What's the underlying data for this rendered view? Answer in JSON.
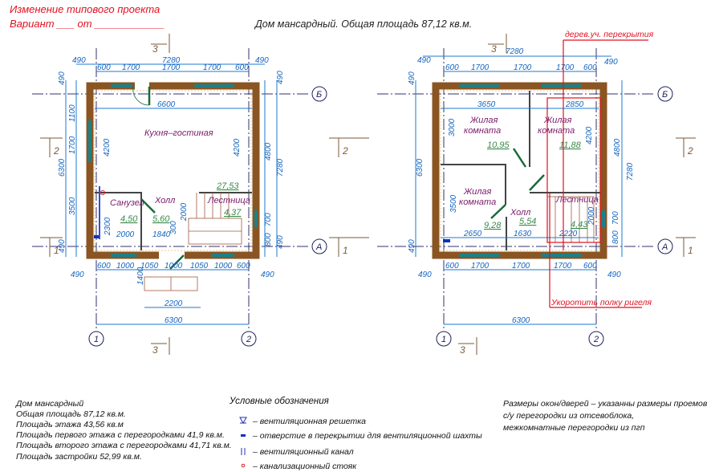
{
  "header": {
    "change_title": "Изменение типового проекта",
    "variant_line": "Вариант ___ от ____________",
    "main_title": "Дом мансардный. Общая площадь 87,12 кв.м."
  },
  "axes": {
    "b": "Б",
    "a": "А",
    "one": "1",
    "two": "2"
  },
  "sections": {
    "three": "3",
    "two": "2",
    "one": "1"
  },
  "plan1": {
    "rooms": [
      "Кухня–гостиная",
      "Санузел",
      "Холл",
      "Лестница"
    ],
    "areas": [
      "27,53",
      "4,50",
      "5,60",
      "4,37"
    ],
    "dims": [
      "490",
      "7280",
      "600",
      "1700",
      "1700",
      "1700",
      "600",
      "490",
      "490",
      "1100",
      "1700",
      "3500",
      "6300",
      "490",
      "4800",
      "7280",
      "700",
      "800",
      "490",
      "490",
      "6600",
      "4200",
      "4200",
      "2300",
      "2000",
      "1840",
      "300",
      "2000",
      "600",
      "1000",
      "1050",
      "1000",
      "1050",
      "1000",
      "600",
      "490",
      "490",
      "1400",
      "2200",
      "6300"
    ]
  },
  "plan2": {
    "rooms": [
      "Жилая",
      "комната",
      "Жилая",
      "комната",
      "Жилая",
      "комната",
      "Холл",
      "Лестница"
    ],
    "areas": [
      "10,95",
      "11,88",
      "9,28",
      "5,54",
      "4,43"
    ],
    "dims": [
      "490",
      "7280",
      "600",
      "1700",
      "1700",
      "1700",
      "600",
      "490",
      "490",
      "6300",
      "3000",
      "3500",
      "490",
      "4800",
      "7280",
      "4200",
      "700",
      "800",
      "2000",
      "3650",
      "2850",
      "2650",
      "1630",
      "2220",
      "600",
      "1700",
      "1700",
      "1700",
      "600",
      "490",
      "490",
      "6300"
    ],
    "annotations": [
      "дерев.уч. перекрытия",
      "Укоротить полку ригеля"
    ]
  },
  "summary": {
    "lines": [
      "Дом мансардный",
      "Общая площадь 87,12 кв.м.",
      "Площадь этажа 43,56 кв.м",
      "Площадь первого этажа с перегородками 41,9 кв.м.",
      "Площадь второго этажа с перегородками 41,71 кв.м.",
      "Площадь застройки 52,99 кв.м."
    ]
  },
  "legend": {
    "title": "Условные обозначения",
    "items": [
      {
        "icon": "vent-grille-icon",
        "label": "– вентиляционная решетка"
      },
      {
        "icon": "slab-opening-icon",
        "label": "– отверстие в перекрытии для вентиляционной шахты"
      },
      {
        "icon": "vent-channel-icon",
        "label": "– вентиляционный канал"
      },
      {
        "icon": "sewer-riser-icon",
        "label": "– канализационный стояк"
      }
    ]
  },
  "notes": {
    "lines": [
      "Размеры окон/дверей – указанны размеры проемов",
      "с/у перегородки из отсевоблока,",
      "межкомнатные перегородки из пгп"
    ]
  },
  "colors": {
    "wall": "#8a5522",
    "window": "#1b8088",
    "dimension": "#1565c0",
    "annotation": "#e01020",
    "room": "#7a1a6a",
    "area": "#3a8a4a"
  }
}
